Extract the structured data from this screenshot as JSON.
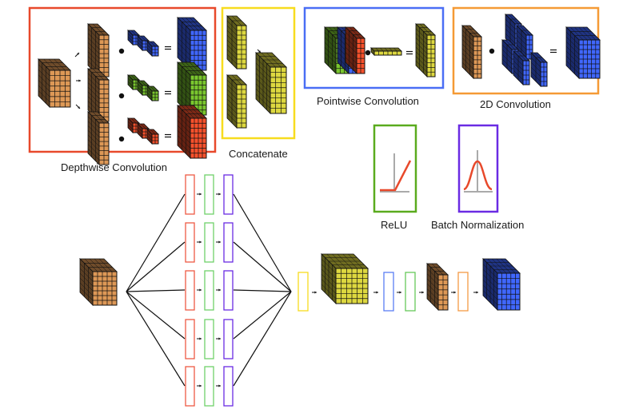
{
  "legend": {
    "depthwise": {
      "label": "Depthwise Convolution",
      "color": "#e8492b"
    },
    "concatenate": {
      "label": "Concatenate",
      "color": "#f7dc1e"
    },
    "pointwise": {
      "label": "Pointwise Convolution",
      "color": "#4a6ef5"
    },
    "conv2d": {
      "label": "2D Convolution",
      "color": "#f59a35"
    },
    "relu": {
      "label": "ReLU",
      "color": "#5aab1e"
    },
    "batchnorm": {
      "label": "Batch Normalization",
      "color": "#6a2be3"
    }
  },
  "colors": {
    "orange_tensor": "#c98a4e",
    "blue_tensor": "#3a5ef0",
    "green_tensor": "#6fb52a",
    "red_tensor": "#e04a28",
    "yellow_tensor": "#c9c43a",
    "branch_red": "#ee5a44",
    "branch_green": "#6fd16a",
    "branch_purple": "#6a2be3",
    "pipe_blue": "#5b7ef5",
    "pipe_green": "#66c95a",
    "pipe_orange": "#f59a45",
    "pipe_yellow": "#f7dc1e",
    "activation_curve": "#e8492b",
    "axis_gray": "#aaaaaa"
  },
  "network": {
    "branches": 5,
    "branch_blocks": [
      "depthwise",
      "relu",
      "batchnorm"
    ],
    "pipeline": [
      "concatenate",
      "tensor-yellow",
      "pointwise",
      "relu",
      "tensor-orange",
      "conv2d",
      "tensor-blue"
    ]
  }
}
